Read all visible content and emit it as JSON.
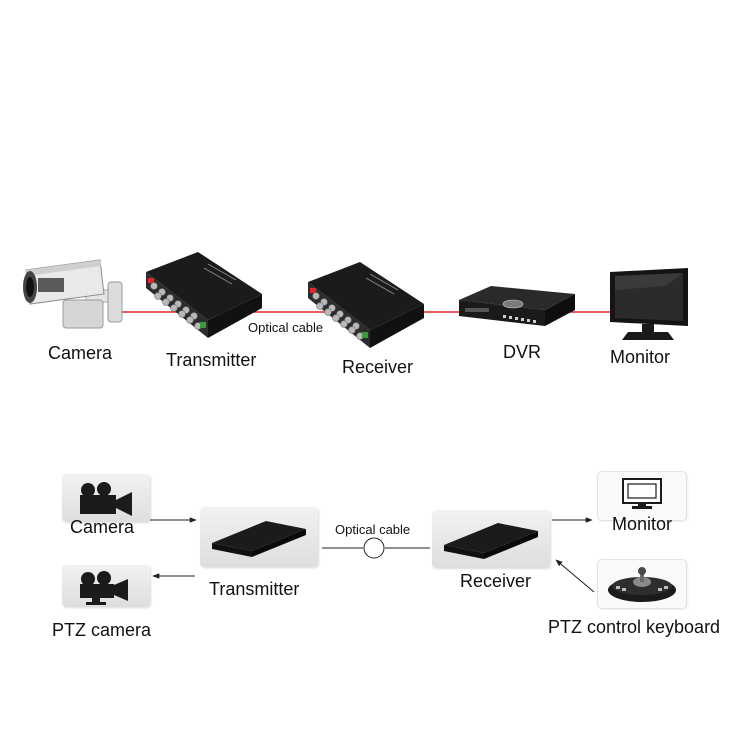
{
  "top": {
    "camera_label": "Camera",
    "transmitter_label": "Transmitter",
    "optical_cable_label": "Optical cable",
    "receiver_label": "Receiver",
    "dvr_label": "DVR",
    "monitor_label": "Monitor"
  },
  "bottom": {
    "camera_label": "Camera",
    "ptz_camera_label": "PTZ camera",
    "transmitter_label": "Transmitter",
    "optical_cable_label": "Optical cable",
    "receiver_label": "Receiver",
    "monitor_label": "Monitor",
    "ptz_keyboard_label": "PTZ control keyboard"
  },
  "colors": {
    "cable_red": "#e3262b",
    "device_black": "#1b1b1b",
    "card_gray": "#e6e6e6"
  },
  "icons": {
    "camera": "video-camera-icon",
    "ptz_camera": "ptz-camera-icon",
    "monitor": "monitor-icon",
    "keyboard": "ptz-keyboard-icon"
  }
}
